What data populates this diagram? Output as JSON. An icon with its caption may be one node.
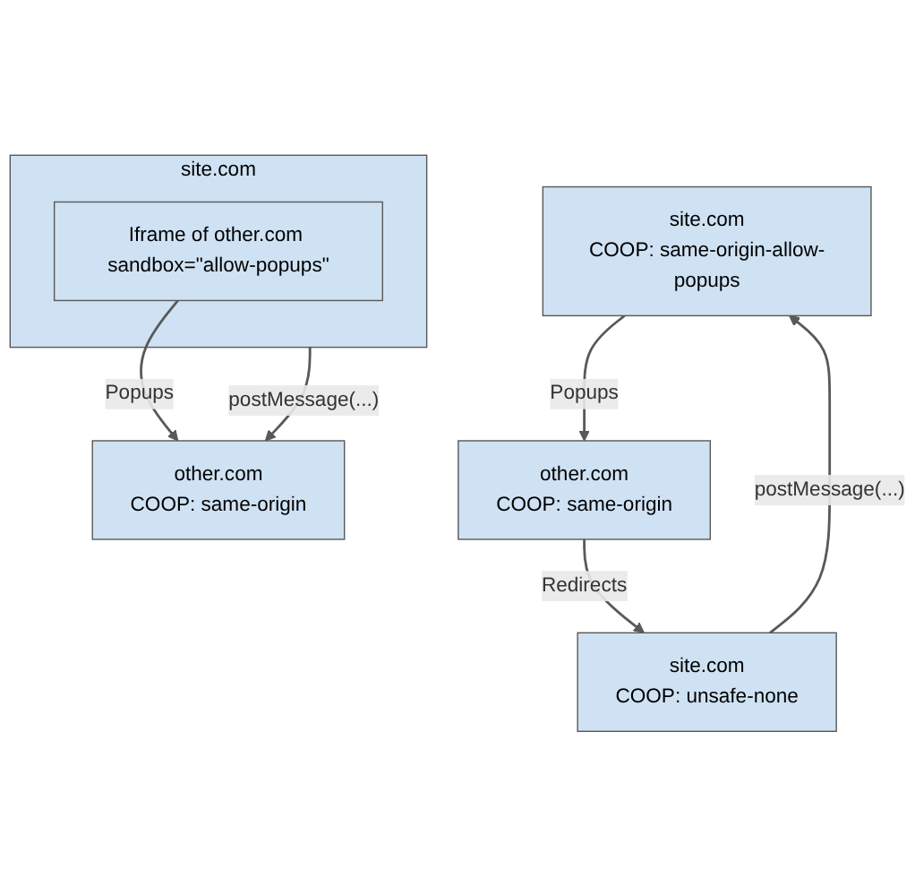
{
  "diagram": {
    "nodes": [
      {
        "text": [
          "site.com",
          "COOP: same-origin-allow-popups"
        ]
      },
      {
        "text": [
          "other.com",
          "COOP: same-origin"
        ]
      },
      {
        "text": [
          "site.com",
          "COOP: unsafe-none"
        ]
      },
      {
        "text": [
          "site.com"
        ]
      },
      {
        "text": [
          "Iframe of other.com sandbox=\"allow-popups\""
        ],
        "in": 3
      },
      {
        "text": [
          "other.com",
          "COOP: same-origin"
        ]
      }
    ],
    "edges": [
      {
        "from": 0,
        "to": 1,
        "arrow": "to",
        "label": "Popups"
      },
      {
        "from": 1,
        "to": 2,
        "arrow": "to",
        "label": "Redirects"
      },
      {
        "from": 2,
        "to": 0,
        "arrow": "to",
        "label": "postMessage(...)"
      },
      {
        "from": 4,
        "to": 5,
        "arrow": "to",
        "label": "Popups"
      },
      {
        "from": 3,
        "to": 5,
        "arrow": "to",
        "label": "postMessage(...)"
      }
    ]
  }
}
